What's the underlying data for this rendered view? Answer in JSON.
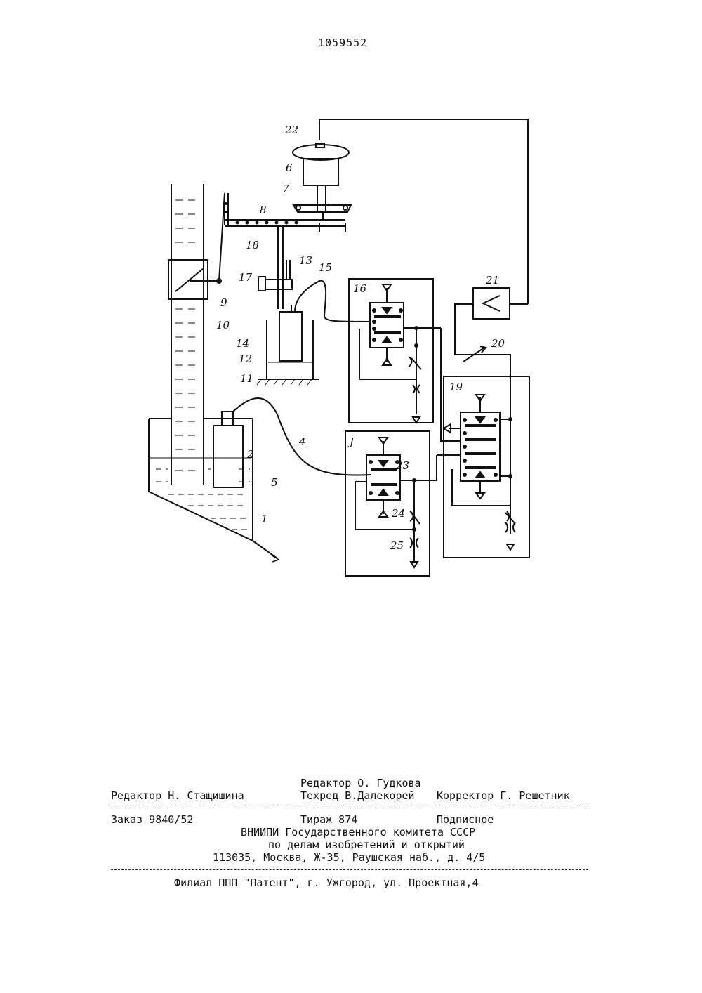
{
  "header": {
    "patent_number": "1059552"
  },
  "figure": {
    "labels": {
      "n1": "1",
      "n2": "2",
      "n3": "J",
      "n4": "4",
      "n5": "5",
      "n6": "6",
      "n7": "7",
      "n8": "8",
      "n9": "9",
      "n10": "10",
      "n11": "11",
      "n12": "12",
      "n13": "13",
      "n14": "14",
      "n15": "15",
      "n16": "16",
      "n17": "17",
      "n18": "18",
      "n19": "19",
      "n20": "20",
      "n21": "21",
      "n22": "22",
      "n23": "23",
      "n24": "24",
      "n25": "25"
    }
  },
  "imprint": {
    "editor_left": "Редактор Н. Стащишина",
    "editor_right": "Редактор О. Гудкова",
    "techred": "Техред В.Далекорей",
    "corrector": "Корректор Г. Решетник",
    "order": "Заказ 9840/52",
    "circulation": "Тираж 874",
    "subscription": "Подписное",
    "org_line1": "ВНИИПИ Государственного комитета СССР",
    "org_line2": "по делам изобретений и открытий",
    "address": "113035, Москва, Ж-35, Раушская наб., д. 4/5",
    "branch": "Филиал ППП \"Патент\", г. Ужгород, ул. Проектная,4"
  }
}
